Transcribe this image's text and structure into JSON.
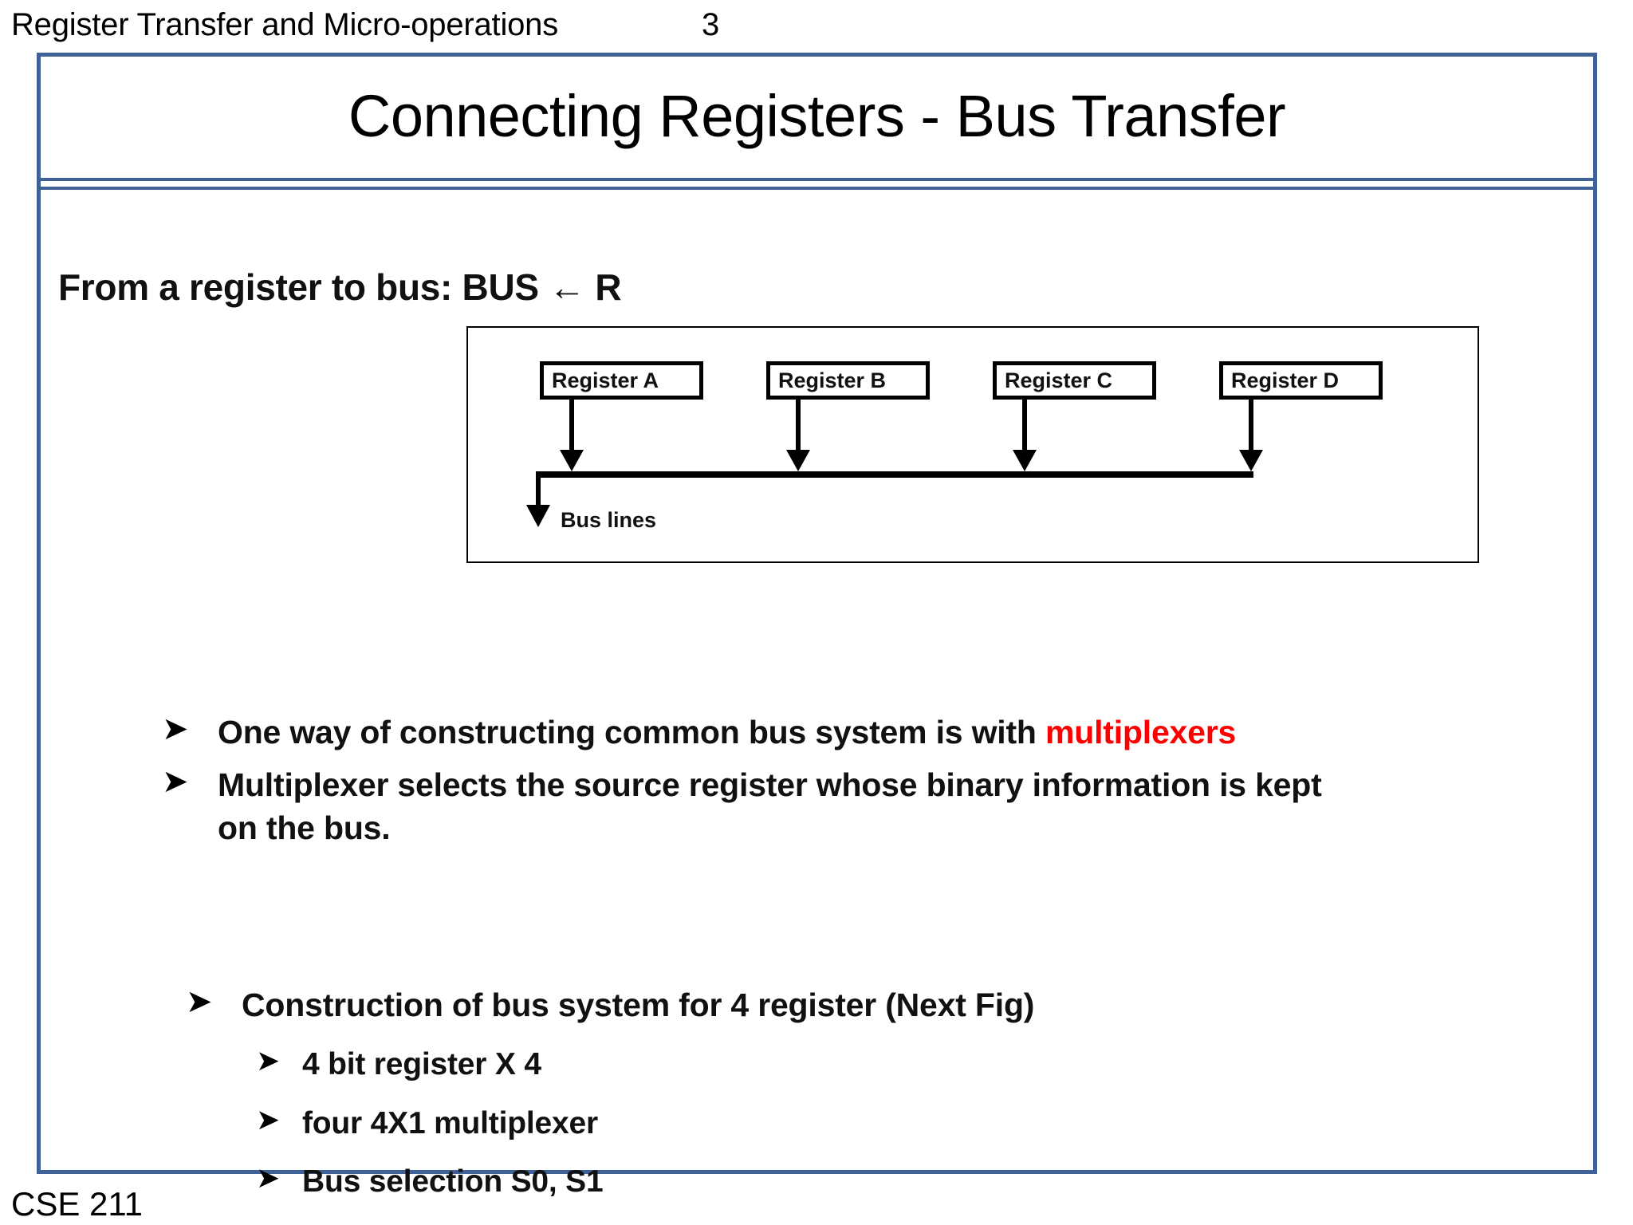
{
  "header": {
    "title": "Register Transfer and Micro-operations",
    "page_number": "3"
  },
  "slide": {
    "title": "Connecting Registers - Bus Transfer",
    "section_heading": "From a register to bus: BUS ← R",
    "accent_color": "#3F6195",
    "highlight_color": "#FF0000",
    "diagram": {
      "registers": [
        {
          "label": "Register A"
        },
        {
          "label": "Register B"
        },
        {
          "label": "Register C"
        },
        {
          "label": "Register D"
        }
      ],
      "bus_label": "Bus lines"
    },
    "bullets": {
      "marker": "➤",
      "sub_marker": "➤",
      "item1_pre": "One way of constructing common bus system is with ",
      "item1_highlight": "multiplexers",
      "item2": "Multiplexer selects the source register whose binary information is kept on the bus.",
      "item3": "Construction of bus system for 4 register (Next Fig)",
      "sub_items": [
        "4 bit register X 4",
        "four 4X1 multiplexer",
        "Bus selection S0, S1"
      ]
    }
  },
  "footer": {
    "course_code": "CSE 211"
  }
}
